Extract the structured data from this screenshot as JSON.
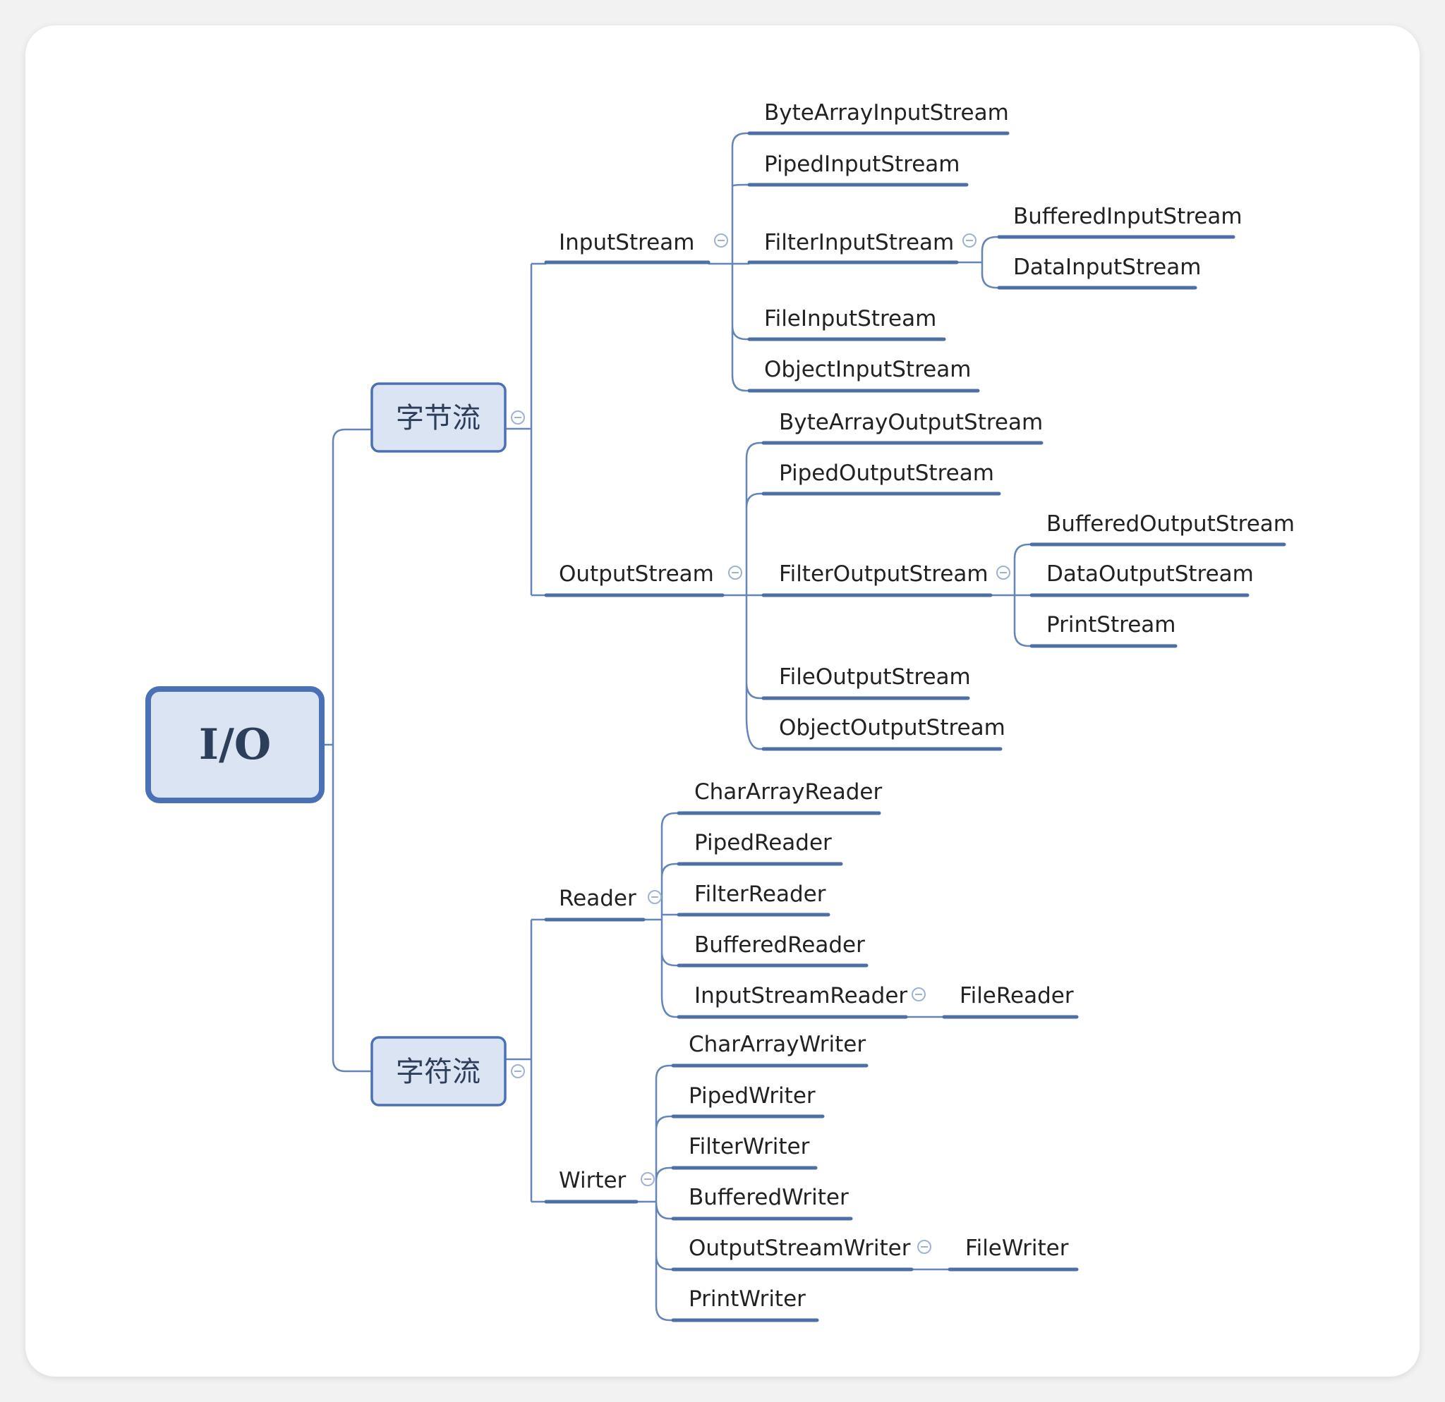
{
  "root": {
    "label": "I/O"
  },
  "byte_stream": {
    "label": "字节流",
    "input_stream": {
      "label": "InputStream",
      "children": [
        {
          "label": "ByteArrayInputStream"
        },
        {
          "label": "PipedInputStream"
        },
        {
          "label": "FilterInputStream",
          "children": [
            {
              "label": "BufferedInputStream"
            },
            {
              "label": "DataInputStream"
            }
          ]
        },
        {
          "label": "FileInputStream"
        },
        {
          "label": "ObjectInputStream"
        }
      ]
    },
    "output_stream": {
      "label": "OutputStream",
      "children": [
        {
          "label": "ByteArrayOutputStream"
        },
        {
          "label": "PipedOutputStream"
        },
        {
          "label": "FilterOutputStream",
          "children": [
            {
              "label": "BufferedOutputStream"
            },
            {
              "label": "DataOutputStream"
            },
            {
              "label": "PrintStream"
            }
          ]
        },
        {
          "label": "FileOutputStream"
        },
        {
          "label": "ObjectOutputStream"
        }
      ]
    }
  },
  "char_stream": {
    "label": "字符流",
    "reader": {
      "label": "Reader",
      "children": [
        {
          "label": "CharArrayReader"
        },
        {
          "label": "PipedReader"
        },
        {
          "label": "FilterReader"
        },
        {
          "label": "BufferedReader"
        },
        {
          "label": "InputStreamReader",
          "children": [
            {
              "label": "FileReader"
            }
          ]
        }
      ]
    },
    "writer": {
      "label": "Wirter",
      "children": [
        {
          "label": "CharArrayWriter"
        },
        {
          "label": "PipedWriter"
        },
        {
          "label": "FilterWriter"
        },
        {
          "label": "BufferedWriter"
        },
        {
          "label": "OutputStreamWriter",
          "children": [
            {
              "label": "FileWriter"
            }
          ]
        },
        {
          "label": "PrintWriter"
        }
      ]
    }
  }
}
